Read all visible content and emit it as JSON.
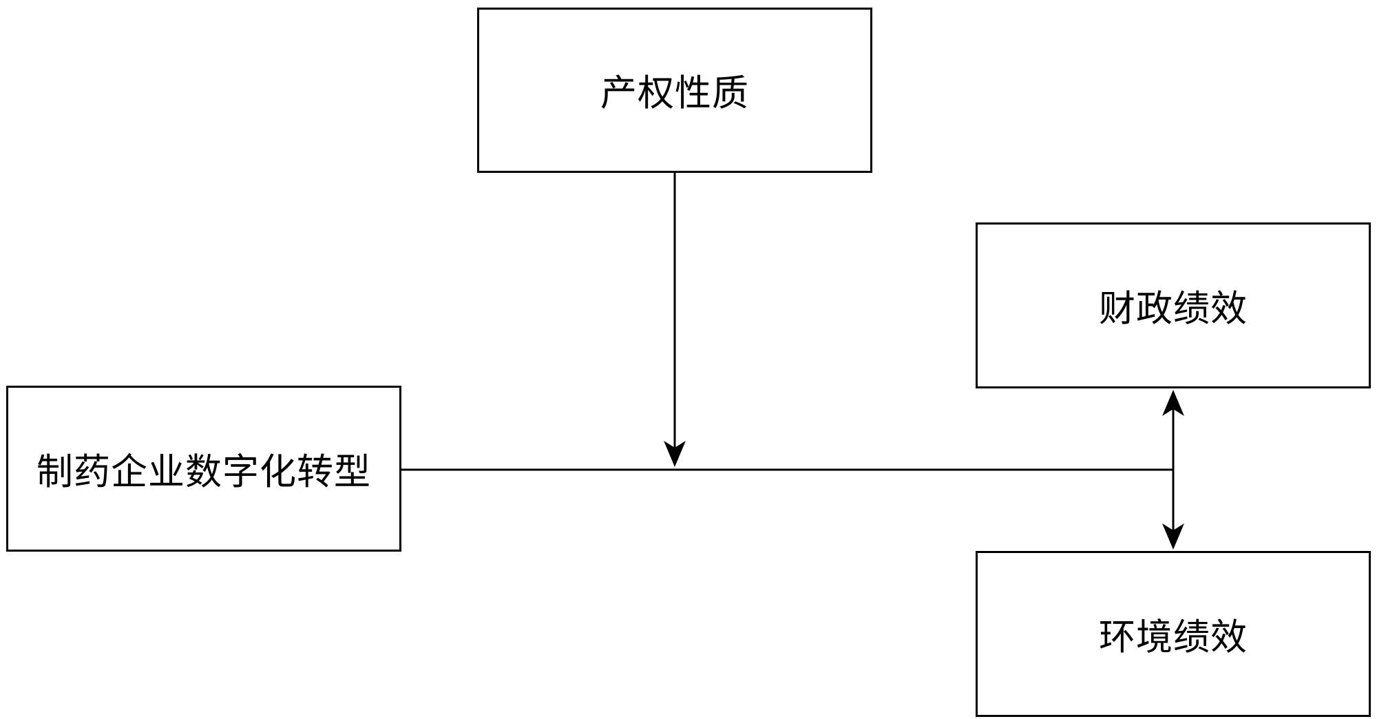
{
  "nodes": {
    "property_rights": "产权性质",
    "digital_transformation": "制药企业数字化转型",
    "financial_performance": "财政绩效",
    "environmental_performance": "环境绩效"
  },
  "edges": [
    {
      "from": "property_rights",
      "to": "main_path",
      "type": "moderating-arrow"
    },
    {
      "from": "digital_transformation",
      "to": "financial_performance",
      "type": "arrow"
    },
    {
      "from": "digital_transformation",
      "to": "environmental_performance",
      "type": "arrow"
    }
  ],
  "colors": {
    "line": "#000000",
    "box_border": "#000000",
    "background": "#ffffff",
    "text": "#000000"
  }
}
